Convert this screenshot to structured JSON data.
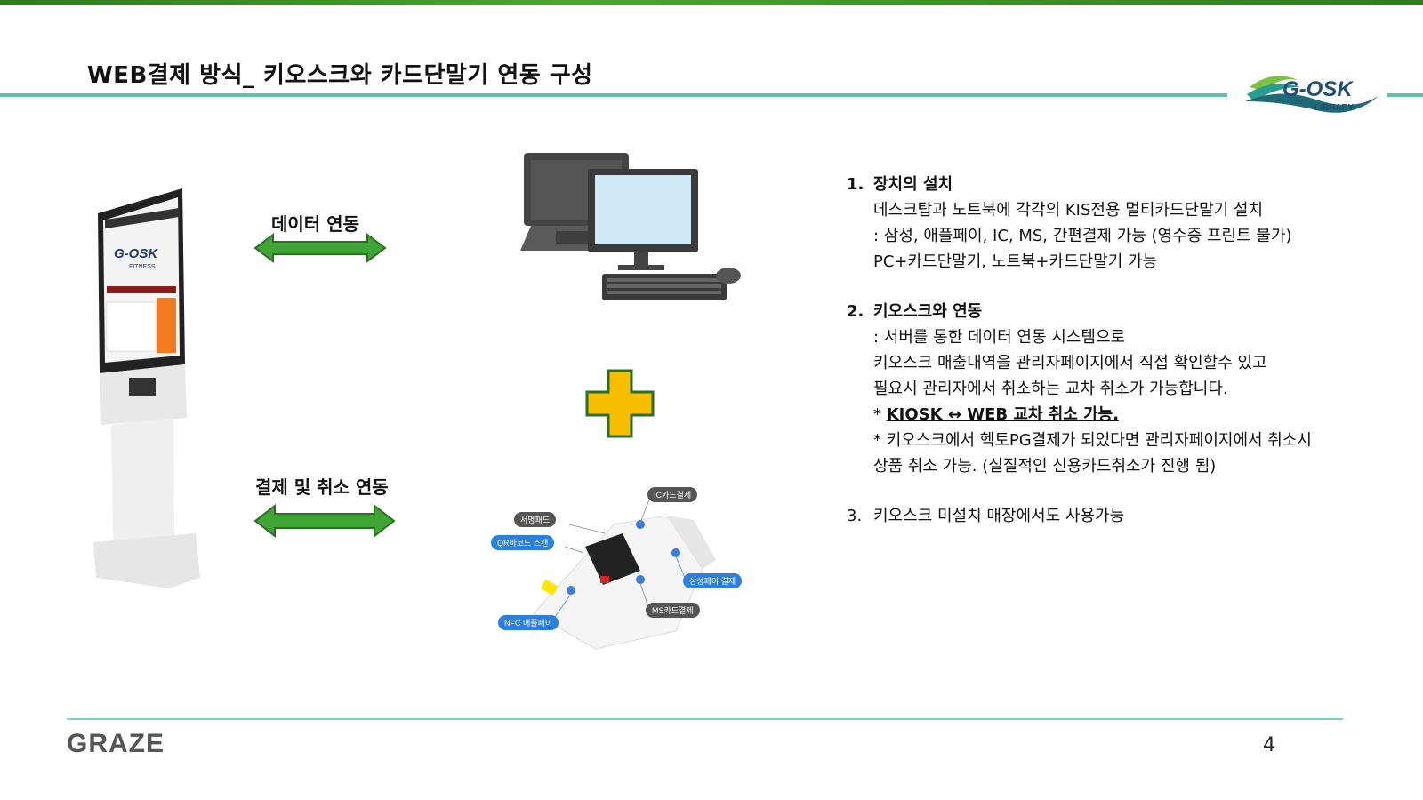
{
  "page": {
    "title": "WEB결제 방식_ 키오스크와 카드단말기 연동 구성",
    "page_number": "4"
  },
  "logo": {
    "main": "G-OSK",
    "sub": "LIBRARY"
  },
  "footer": {
    "brand": "GRAZE"
  },
  "colors": {
    "accent_rule": "#5fc0b1",
    "top_bar": "#3c8f24",
    "arrow_green": "#3fa535",
    "plus_yellow": "#f7be00"
  },
  "diagram": {
    "data_link_label": "데이터 연동",
    "payment_link_label": "결제 및 취소 연동",
    "kiosk_screen_brand": "G-OSK",
    "kiosk_screen_sub": "FITNESS",
    "terminal_callouts": {
      "ic": "IC카드결제",
      "sign": "서명패드",
      "qr": "QR바코드 스캔",
      "samsung": "삼성페이 결제",
      "ms": "MS카드결제",
      "nfc": "NFC 애플페이"
    }
  },
  "content": {
    "s1": {
      "num": "1.",
      "title": "장치의 설치",
      "l1": "데스크탑과 노트북에 각각의 KIS전용 멀티카드단말기 설치",
      "l2": ": 삼성, 애플페이, IC, MS, 간편결제 가능 (영수증 프린트 불가)",
      "l3": "PC+카드단말기, 노트북+카드단말기 가능"
    },
    "s2": {
      "num": "2.",
      "title": "키오스크와 연동",
      "l1": ": 서버를 통한 데이터 연동 시스템으로",
      "l2": "키오스크 매출내역을 관리자페이지에서 직접 확인할수 있고",
      "l3": "필요시 관리자에서 취소하는 교차 취소가 가능합니다.",
      "l4_prefix": "* ",
      "l4_bold": "KIOSK ↔ WEB 교차 취소 가능.",
      "l5": "* 키오스크에서 헥토PG결제가 되었다면 관리자페이지에서 취소시",
      "l6": "상품 취소 가능. (실질적인 신용카드취소가 진행 됨)"
    },
    "s3": {
      "num": "3.",
      "text": "키오스크 미설치 매장에서도 사용가능"
    }
  }
}
